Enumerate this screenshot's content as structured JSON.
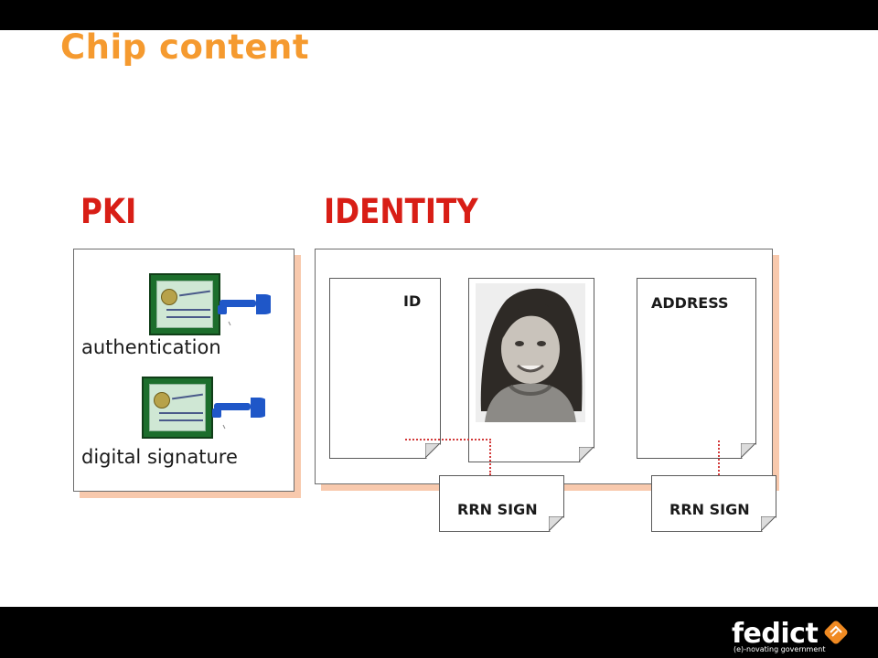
{
  "slide": {
    "title": "Chip content",
    "pki": {
      "heading": "PKI",
      "items": [
        {
          "label": "authentication",
          "icon": "certificate-key-icon"
        },
        {
          "label": "digital signature",
          "icon": "certificate-key-icon"
        }
      ]
    },
    "identity": {
      "heading": "IDENTITY",
      "docs": {
        "id_label": "ID",
        "address_label": "ADDRESS",
        "photo_icon": "portrait-photo-icon"
      },
      "signatures": [
        "RRN SIGN",
        "RRN SIGN"
      ]
    }
  },
  "branding": {
    "logo_text": "fedict",
    "tagline": "(e)-novating government",
    "logo_icon": "fedict-logo-icon"
  },
  "colors": {
    "title": "#f59a2f",
    "heading": "#d81e16",
    "shadow": "#f8c9ad",
    "connector": "#d23a3a"
  }
}
